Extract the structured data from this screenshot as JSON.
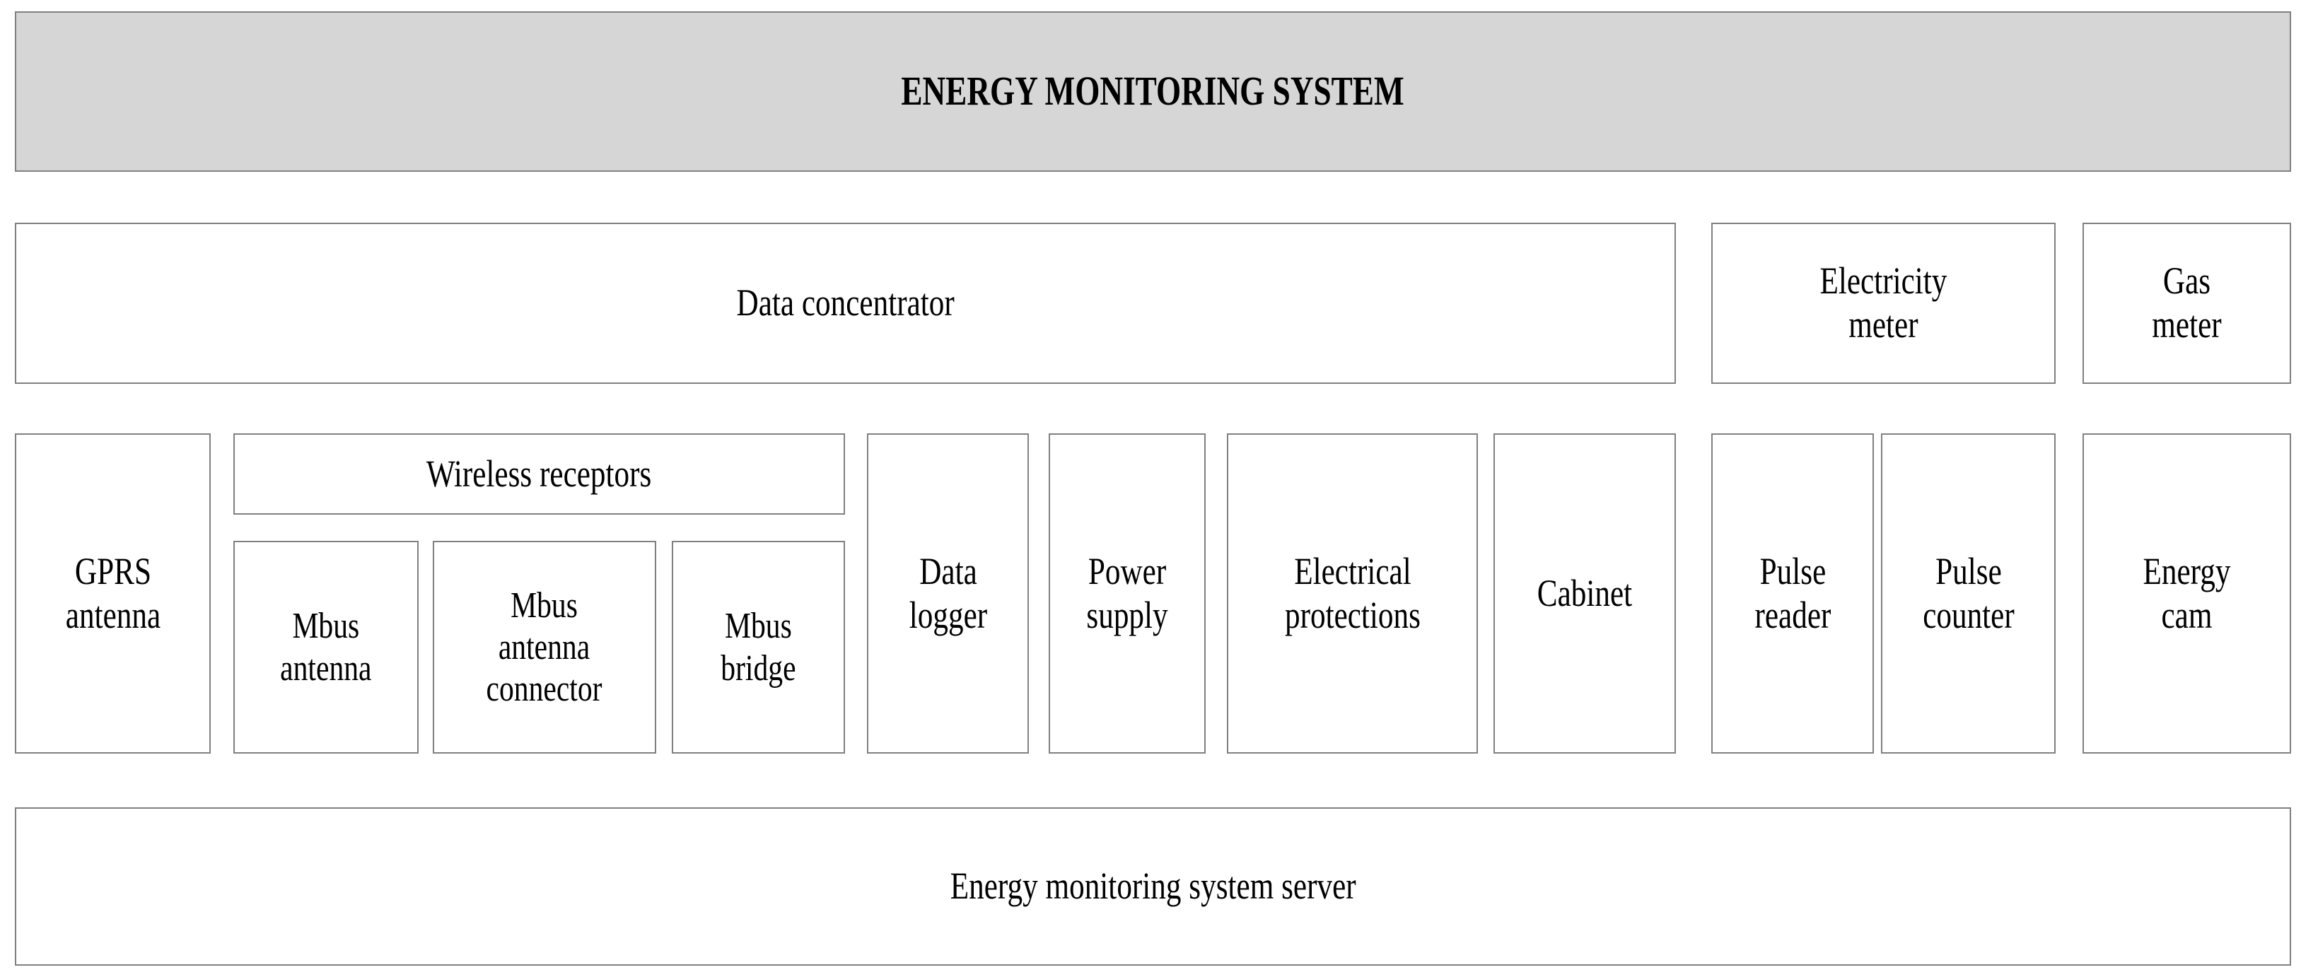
{
  "diagram": {
    "title": "ENERGY MONITORING SYSTEM",
    "type": "block-diagram",
    "colors": {
      "header_fill": "#d6d6d6",
      "box_fill": "#ffffff",
      "box_border": "#808080",
      "text": "#000000"
    },
    "header": {
      "label": "ENERGY MONITORING SYSTEM"
    },
    "row_concentrator": {
      "data_concentrator": "Data concentrator",
      "electricity_meter": "Electricity\nmeter",
      "gas_meter": "Gas\nmeter"
    },
    "row_components": {
      "gprs_antenna": "GPRS\nantenna",
      "wireless_receptors": "Wireless receptors",
      "mbus_antenna": "Mbus\nantenna",
      "mbus_antenna_connector": "Mbus\nantenna\nconnector",
      "mbus_bridge": "Mbus\nbridge",
      "data_logger": "Data\nlogger",
      "power_supply": "Power\nsupply",
      "electrical_protections": "Electrical\nprotections",
      "cabinet": "Cabinet",
      "pulse_reader": "Pulse\nreader",
      "pulse_counter": "Pulse\ncounter",
      "energy_cam": "Energy\ncam"
    },
    "row_server": {
      "server": "Energy monitoring system server"
    }
  }
}
